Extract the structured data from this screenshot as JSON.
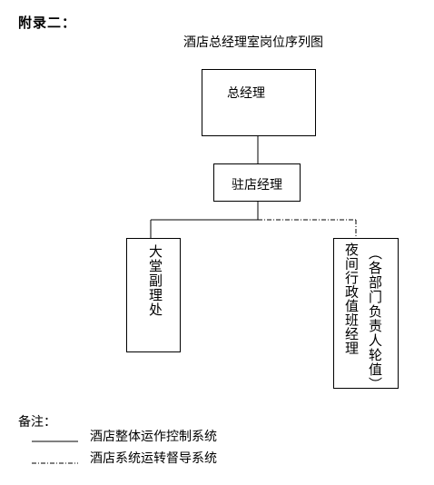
{
  "heading": "附录二：",
  "title": "酒店总经理室岗位序列图",
  "boxes": {
    "general_manager": "总经理",
    "resident_manager": "驻店经理",
    "lobby": "大堂副理处",
    "night_manager": "夜间行政值班经理",
    "night_note": "（各部门负责人轮值）"
  },
  "notes": {
    "label": "备注：",
    "legend": [
      {
        "style": "solid",
        "text": "酒店整体运作控制系统"
      },
      {
        "style": "dash-dot",
        "text": "酒店系统运转督导系统"
      }
    ]
  }
}
